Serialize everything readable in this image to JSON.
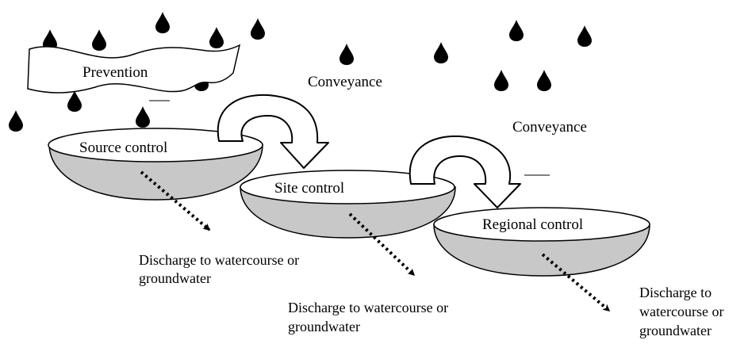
{
  "labels": {
    "prevention": "Prevention",
    "conveyance_1": "Conveyance",
    "conveyance_2": "Conveyance",
    "source_control": "Source control",
    "site_control": "Site control",
    "regional_control": "Regional control",
    "discharge_1_line1": "Discharge to watercourse or",
    "discharge_1_line2": "groundwater",
    "discharge_2_line1": "Discharge to watercourse or",
    "discharge_2_line2": "groundwater",
    "discharge_3_line1": "Discharge to",
    "discharge_3_line2": "watercourse or",
    "discharge_3_line3": "groundwater"
  },
  "colors": {
    "basin_fill": "#c8c8c8",
    "ink": "#000000",
    "background": "#ffffff"
  },
  "icons": {
    "raindrop": "raindrop-icon",
    "curved_arrow": "curved-arrow-icon",
    "dotted_arrow": "dotted-arrow-icon"
  }
}
